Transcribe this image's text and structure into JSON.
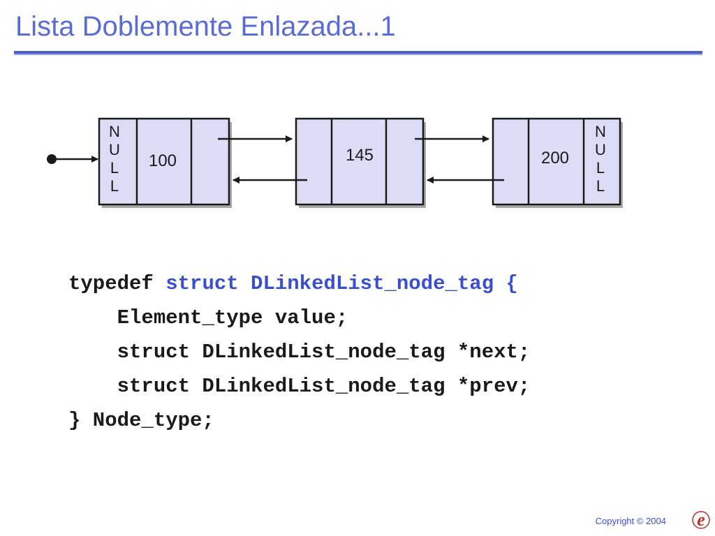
{
  "slide": {
    "title": "Lista Doblemente Enlazada...1"
  },
  "diagram": {
    "nodes": [
      {
        "left_label": [
          "N",
          "U",
          "L",
          "L"
        ],
        "value": "100",
        "right_label": []
      },
      {
        "left_label": [],
        "value": "145",
        "right_label": []
      },
      {
        "left_label": [],
        "value": "200",
        "right_label": [
          "N",
          "U",
          "L",
          "L"
        ]
      }
    ],
    "colors": {
      "node_fill": "#dcdcf6",
      "node_border": "#1a1a1a",
      "shadow": "#a8a8a8",
      "arrow": "#1a1a1a"
    }
  },
  "code": {
    "line1_keyword1": "typedef",
    "line1_keyword2": "struct DLinkedList_node_tag",
    "line1_brace": " {",
    "line2": "    Element_type value;",
    "line3": "    struct DLinkedList_node_tag *next;",
    "line4": "    struct DLinkedList_node_tag *prev;",
    "line5": "} Node_type;"
  },
  "footer": {
    "copyright": "Copyright © 2004",
    "logo_icon": "e-logo-icon"
  }
}
